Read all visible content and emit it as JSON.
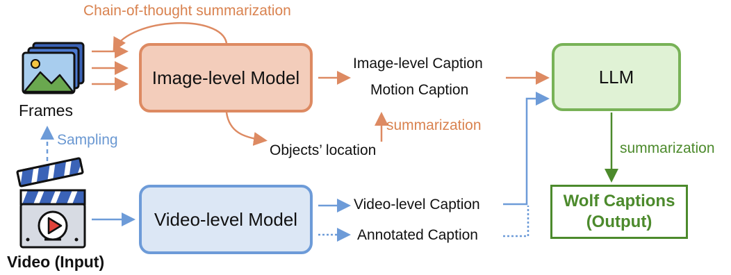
{
  "labels": {
    "chain_of_thought": "Chain-of-thought summarization",
    "frames": "Frames",
    "sampling": "Sampling",
    "video_input": "Video (Input)",
    "image_level_caption": "Image-level Caption",
    "motion_caption": "Motion Caption",
    "objects_location": "Objects’ location",
    "summarization_orange": "summarization",
    "summarization_green": "summarization",
    "video_level_caption": "Video-level Caption",
    "annotated_caption": "Annotated Caption"
  },
  "boxes": {
    "image_model": "Image-level Model",
    "video_model": "Video-level Model",
    "llm": "LLM",
    "wolf_line1": "Wolf Captions",
    "wolf_line2": "(Output)"
  },
  "colors": {
    "orange": "#dd8a62",
    "blue": "#6d9bd8",
    "green": "#4c8a2c"
  },
  "icons": {
    "frames": "image-stack-icon",
    "video": "clapperboard-icon"
  }
}
